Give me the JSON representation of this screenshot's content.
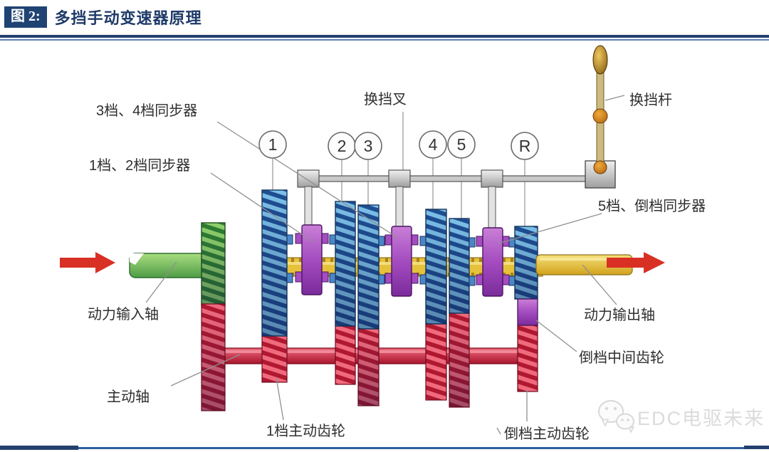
{
  "header": {
    "figure_tag": "图 2:",
    "title": "多挡手动变速器原理"
  },
  "diagram": {
    "gear_numbers": [
      "1",
      "2",
      "3",
      "4",
      "5",
      "R"
    ],
    "labels": {
      "synchro_3_4": "3档、4档同步器",
      "synchro_1_2": "1档、2档同步器",
      "shift_fork": "换挡叉",
      "shift_lever": "换挡杆",
      "synchro_5_rev": "5档、倒档同步器",
      "output_shaft": "动力输出轴",
      "reverse_idler_gear": "倒档中间齿轮",
      "input_shaft": "动力输入轴",
      "counter_shaft": "主动轴",
      "first_gear_drive": "1档主动齿轮",
      "reverse_drive_gear": "倒档主动齿轮"
    },
    "watermark": "EDC电驱未来",
    "colors": {
      "header_navy": "#24406E",
      "badge_background": "#1F4373",
      "rule_light_blue": "#5C7FB5",
      "gear_blue_light": "#7CC0E8",
      "gear_blue_dark": "#1E4E93",
      "gear_green_light": "#8ED06A",
      "gear_green_dark": "#2E7D32",
      "gear_red_light": "#F06A7E",
      "gear_red_dark": "#B01830",
      "synchro_purple": "#A44CC0",
      "shaft_yellow": "#E6C23C",
      "arrow_red": "#D93025",
      "watermark_gray": "#DBDBDB"
    }
  }
}
